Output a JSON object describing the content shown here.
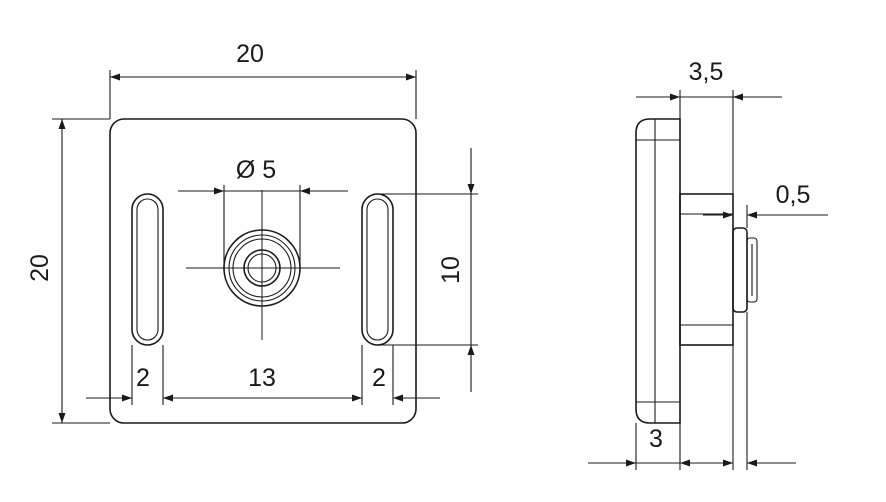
{
  "front_view": {
    "width_label": "20",
    "height_label": "20",
    "hole_diameter_label": "Ø 5",
    "slot_height_label": "10",
    "slot_spacing_label": "13",
    "left_slot_width_label": "2",
    "right_slot_width_label": "2"
  },
  "side_view": {
    "top_dimension_label": "3,5",
    "gap_label": "0,5",
    "bottom_dimension_label": "3"
  }
}
